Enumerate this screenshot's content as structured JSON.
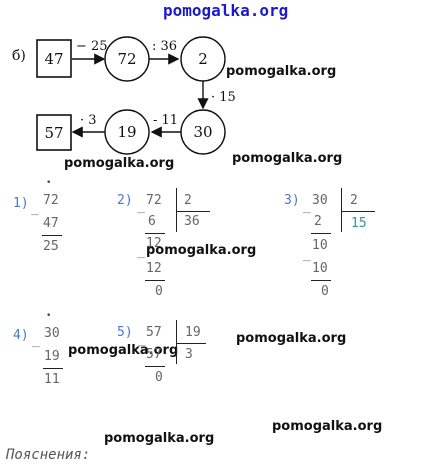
{
  "watermark_top": "pomogalka.org",
  "watermark": "pomogalka.org",
  "diagram": {
    "label": "б)",
    "start_value": "47",
    "n1": "72",
    "n2": "2",
    "n3": "30",
    "n4": "19",
    "end_value": "57",
    "op1": "− 25",
    "op2": ": 36",
    "op3": "· 15",
    "op4": "- 11",
    "op5": "· 3"
  },
  "solutions": {
    "s1": {
      "num": "1)",
      "minus": "_",
      "dot": "•",
      "a": "72",
      "b": "47",
      "r": "25"
    },
    "s2": {
      "num": "2)",
      "minus": "_",
      "minus2": "_",
      "dividend": "72",
      "divisor": "2",
      "sub1": "6",
      "quotient": "36",
      "rem1": "12",
      "sub2": "12",
      "rem2": "0"
    },
    "s3": {
      "num": "3)",
      "minus": "_",
      "minus2": "_",
      "dividend": "30",
      "divisor": "2",
      "sub1": "2",
      "quotient": "15",
      "rem1": "10",
      "sub2": "10",
      "rem2": "0"
    },
    "s4": {
      "num": "4)",
      "minus": "_",
      "dot": "•",
      "a": "30",
      "b": "19",
      "r": "11"
    },
    "s5": {
      "num": "5)",
      "minus": "_",
      "dividend": "57",
      "divisor": "19",
      "sub1": "57",
      "quotient": "3",
      "rem": "0"
    }
  },
  "footer": "Пояснения:"
}
